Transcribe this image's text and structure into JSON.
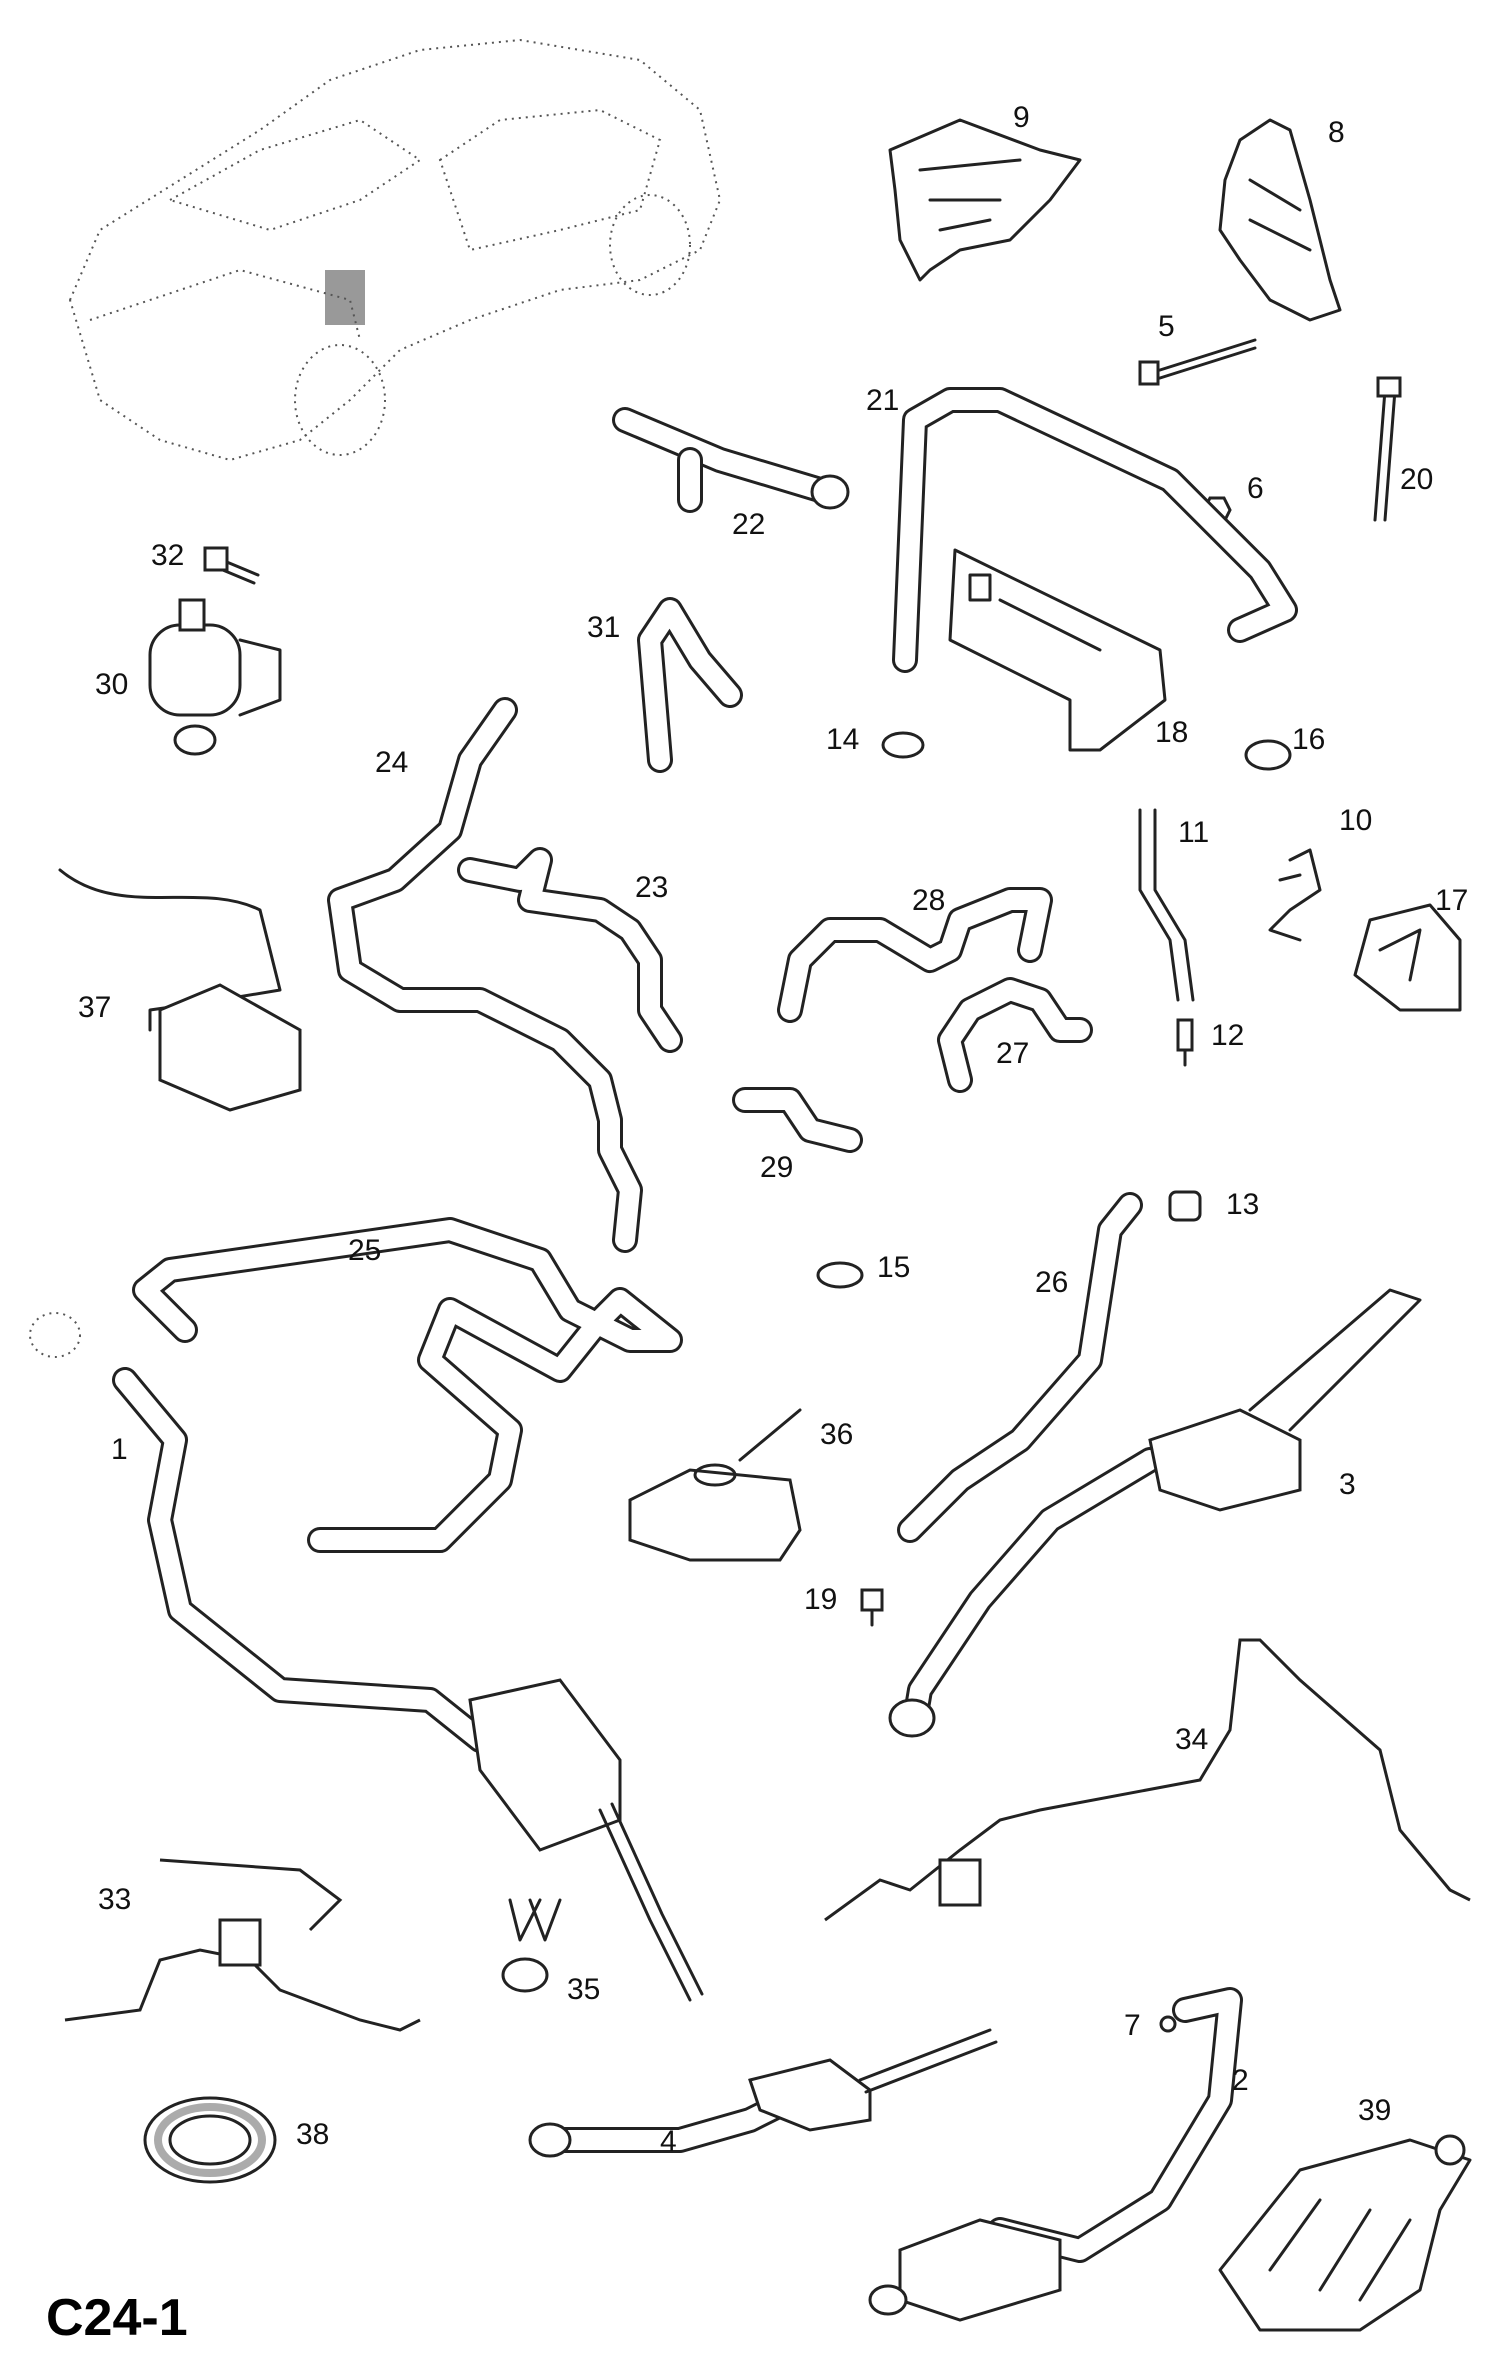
{
  "diagram_code": "C24-1",
  "callouts": [
    {
      "id": "9",
      "label": "9"
    },
    {
      "id": "8",
      "label": "8"
    },
    {
      "id": "5",
      "label": "5"
    },
    {
      "id": "21",
      "label": "21"
    },
    {
      "id": "6",
      "label": "6"
    },
    {
      "id": "20",
      "label": "20"
    },
    {
      "id": "22",
      "label": "22"
    },
    {
      "id": "32",
      "label": "32"
    },
    {
      "id": "31",
      "label": "31"
    },
    {
      "id": "30",
      "label": "30"
    },
    {
      "id": "14",
      "label": "14"
    },
    {
      "id": "18",
      "label": "18"
    },
    {
      "id": "16",
      "label": "16"
    },
    {
      "id": "24",
      "label": "24"
    },
    {
      "id": "11",
      "label": "11"
    },
    {
      "id": "10",
      "label": "10"
    },
    {
      "id": "23",
      "label": "23"
    },
    {
      "id": "28",
      "label": "28"
    },
    {
      "id": "17",
      "label": "17"
    },
    {
      "id": "37",
      "label": "37"
    },
    {
      "id": "27",
      "label": "27"
    },
    {
      "id": "12",
      "label": "12"
    },
    {
      "id": "29",
      "label": "29"
    },
    {
      "id": "13",
      "label": "13"
    },
    {
      "id": "25",
      "label": "25"
    },
    {
      "id": "15",
      "label": "15"
    },
    {
      "id": "26",
      "label": "26"
    },
    {
      "id": "1",
      "label": "1"
    },
    {
      "id": "36",
      "label": "36"
    },
    {
      "id": "3",
      "label": "3"
    },
    {
      "id": "19",
      "label": "19"
    },
    {
      "id": "34",
      "label": "34"
    },
    {
      "id": "33",
      "label": "33"
    },
    {
      "id": "35",
      "label": "35"
    },
    {
      "id": "7",
      "label": "7"
    },
    {
      "id": "2",
      "label": "2"
    },
    {
      "id": "39",
      "label": "39"
    },
    {
      "id": "38",
      "label": "38"
    },
    {
      "id": "4",
      "label": "4"
    }
  ]
}
